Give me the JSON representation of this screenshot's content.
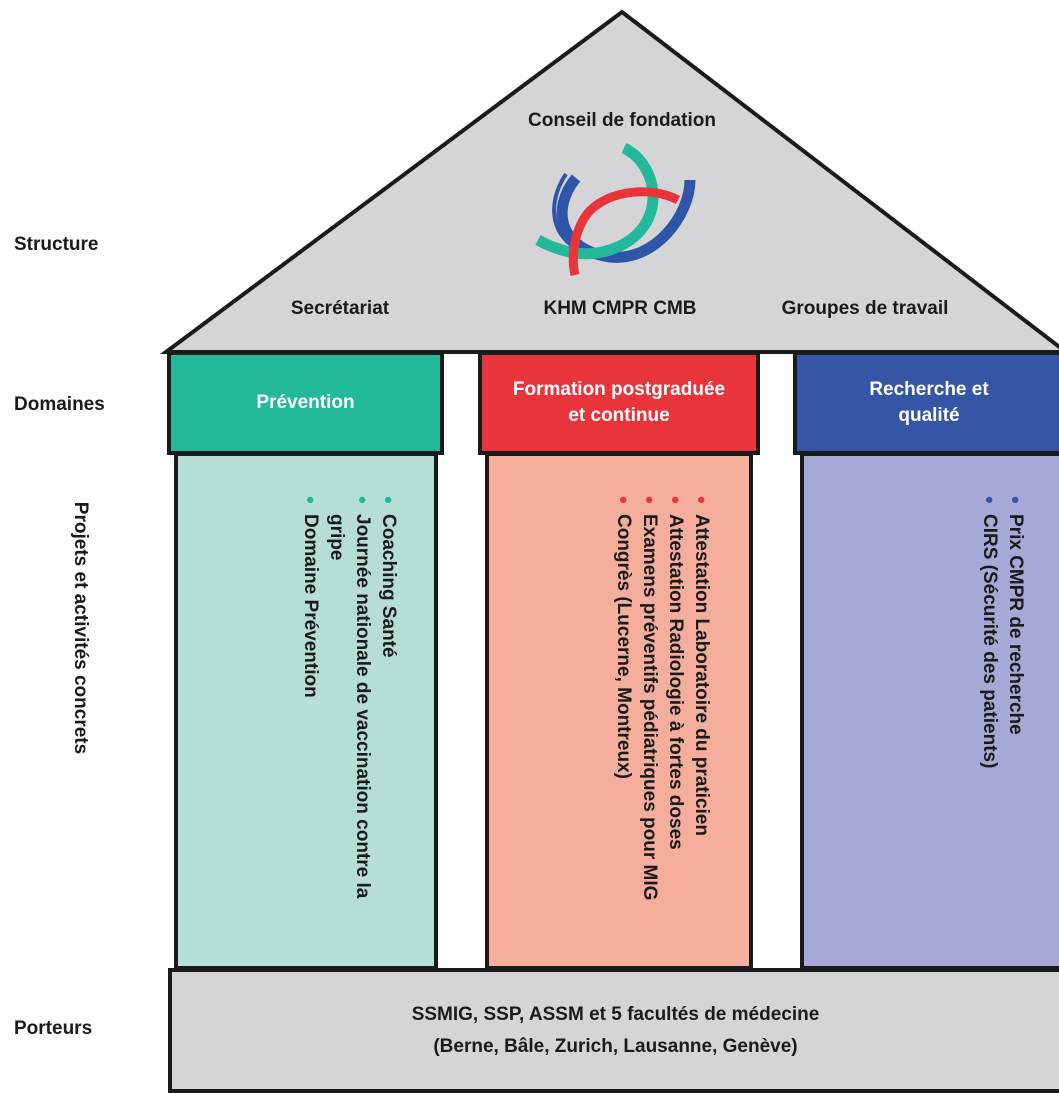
{
  "labels": {
    "structure": "Structure",
    "domaines": "Domaines",
    "projets": "Projets et activités concrets",
    "porteurs": "Porteurs"
  },
  "roof": {
    "title": "Conseil de fondation",
    "left": "Secrétariat",
    "center": "KHM CMPR CMB",
    "right": "Groupes de travail",
    "logo": "khm-logo-icon"
  },
  "domains": [
    {
      "label": "Prévention",
      "color": "#21b99a",
      "pillar_color": "#b5ded6",
      "bullet_color": "#21b99a",
      "items": [
        "Coaching Santé",
        "Journée nationale de vaccination contre la gripe",
        "Domaine Prévention"
      ]
    },
    {
      "label": "Formation postgraduée\net continue",
      "color": "#e8343a",
      "pillar_color": "#f4ae9b",
      "bullet_color": "#e8343a",
      "items": [
        "Attestation Laboratoire du praticien",
        "Attestation Radiologie à fortes doses",
        "Examens préventifs pédiatriques pour MIG",
        "Congrès (Lucerne, Montreux)"
      ]
    },
    {
      "label": "Recherche et\nqualité",
      "color": "#3555a6",
      "pillar_color": "#a6a9d6",
      "bullet_color": "#3555a6",
      "items": [
        "Prix CMPR de recherche",
        "CIRS (Sécurité des patients)"
      ]
    }
  ],
  "base": {
    "line1": "SSMIG, SSP, ASSM et 5 facultés de médecine",
    "line2": "(Berne, Bâle, Zurich, Lausanne, Genève)"
  },
  "colors": {
    "roof": "#d5d5d7",
    "outline": "#1a1a1a"
  }
}
